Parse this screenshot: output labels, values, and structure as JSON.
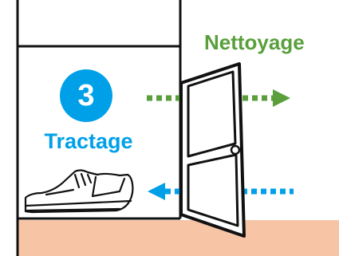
{
  "step": {
    "number": "3",
    "label": "Tractage",
    "color": "#00a0e9"
  },
  "outgoing": {
    "label": "Nettoyage",
    "color": "#5a9f3c"
  },
  "colors": {
    "floor": "#f7c4a5",
    "walls": "#111111"
  },
  "icons": [
    "door-icon",
    "shoe-icon",
    "arrow-right-icon",
    "arrow-left-icon"
  ]
}
